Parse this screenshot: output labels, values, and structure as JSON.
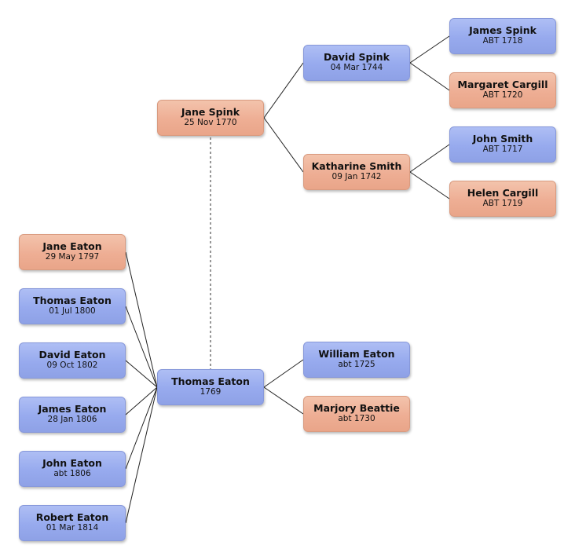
{
  "people": {
    "jane_spink": {
      "name": "Jane Spink",
      "date": "25 Nov 1770",
      "sex": "female"
    },
    "david_spink": {
      "name": "David Spink",
      "date": "04 Mar 1744",
      "sex": "male"
    },
    "katharine_smith": {
      "name": "Katharine Smith",
      "date": "09 Jan 1742",
      "sex": "female"
    },
    "james_spink": {
      "name": "James Spink",
      "date": "ABT 1718",
      "sex": "male"
    },
    "margaret_cargill": {
      "name": "Margaret Cargill",
      "date": "ABT 1720",
      "sex": "female"
    },
    "john_smith": {
      "name": "John Smith",
      "date": "ABT 1717",
      "sex": "male"
    },
    "helen_cargill": {
      "name": "Helen Cargill",
      "date": "ABT 1719",
      "sex": "female"
    },
    "thomas_eaton": {
      "name": "Thomas Eaton",
      "date": "1769",
      "sex": "male"
    },
    "william_eaton": {
      "name": "William Eaton",
      "date": "abt 1725",
      "sex": "male"
    },
    "marjory_beattie": {
      "name": "Marjory Beattie",
      "date": "abt 1730",
      "sex": "female"
    },
    "child_jane": {
      "name": "Jane Eaton",
      "date": "29 May 1797",
      "sex": "female"
    },
    "child_thomas": {
      "name": "Thomas Eaton",
      "date": "01 Jul 1800",
      "sex": "male"
    },
    "child_david": {
      "name": "David Eaton",
      "date": "09 Oct 1802",
      "sex": "male"
    },
    "child_james": {
      "name": "James Eaton",
      "date": "28 Jan 1806",
      "sex": "male"
    },
    "child_john": {
      "name": "John Eaton",
      "date": "abt 1806",
      "sex": "male"
    },
    "child_robert": {
      "name": "Robert Eaton",
      "date": "01 Mar 1814",
      "sex": "male"
    }
  },
  "colors": {
    "male": "#9aadef",
    "female": "#eeae94",
    "line": "#222222",
    "spouse_line": "#777777"
  }
}
